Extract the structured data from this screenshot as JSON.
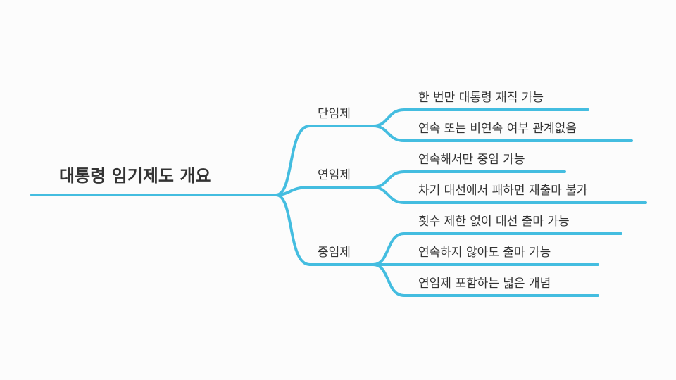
{
  "colors": {
    "line": "#44bde0",
    "text": "#333333",
    "background": "#fcfcfc"
  },
  "root": {
    "label": "대통령 임기제도 개요"
  },
  "branches": [
    {
      "label": "단임제",
      "leaves": [
        "한 번만 대통령 재직 가능",
        "연속 또는 비연속 여부 관계없음"
      ]
    },
    {
      "label": "연임제",
      "leaves": [
        "연속해서만 중임 가능",
        "차기 대선에서 패하면 재출마 불가"
      ]
    },
    {
      "label": "중임제",
      "leaves": [
        "횟수 제한 없이 대선 출마 가능",
        "연속하지 않아도 출마 가능",
        "연임제 포함하는 넓은 개념"
      ]
    }
  ]
}
